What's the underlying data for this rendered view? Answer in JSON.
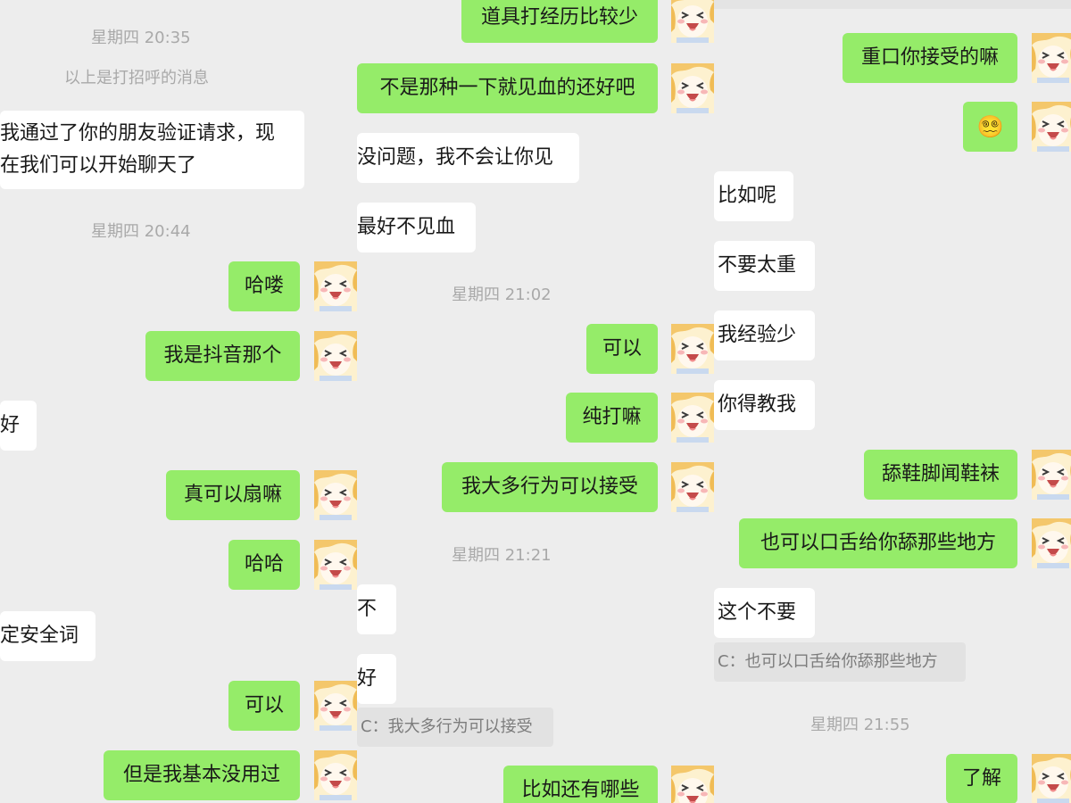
{
  "left": {
    "timestamps": [
      "星期四 20:35",
      "星期四 20:44"
    ],
    "system_notice": "以上是打招呼的消息",
    "messages": [
      {
        "from": "other",
        "text": "我通过了你的朋友验证请求，现在我们可以开始聊天了"
      },
      {
        "from": "me",
        "text": "哈喽"
      },
      {
        "from": "me",
        "text": "我是抖音那个"
      },
      {
        "from": "other",
        "text": "好"
      },
      {
        "from": "me",
        "text": "真可以扇嘛"
      },
      {
        "from": "me",
        "text": "哈哈"
      },
      {
        "from": "other",
        "text": "定安全词"
      },
      {
        "from": "me",
        "text": "可以"
      },
      {
        "from": "me",
        "text": "但是我基本没用过"
      }
    ]
  },
  "middle": {
    "timestamps": [
      "星期四 21:02",
      "星期四 21:21"
    ],
    "messages": [
      {
        "from": "me",
        "text": "道具打经历比较少"
      },
      {
        "from": "me",
        "text": "不是那种一下就见血的还好吧"
      },
      {
        "from": "other",
        "text": "没问题，我不会让你见"
      },
      {
        "from": "other",
        "text": "最好不见血"
      },
      {
        "from": "me",
        "text": "可以"
      },
      {
        "from": "me",
        "text": "纯打嘛"
      },
      {
        "from": "me",
        "text": "我大多行为可以接受"
      },
      {
        "from": "other",
        "text": "不"
      },
      {
        "from": "other",
        "text": "好"
      },
      {
        "from": "me",
        "text": "比如还有哪些"
      }
    ],
    "quote": "C：我大多行为可以接受"
  },
  "right": {
    "timestamps": [
      "星期四 21:55"
    ],
    "messages": [
      {
        "from": "me",
        "text": "重口你接受的嘛"
      },
      {
        "from": "me",
        "text": "😵‍💫",
        "emoji": true
      },
      {
        "from": "other",
        "text": "比如呢"
      },
      {
        "from": "other",
        "text": "不要太重"
      },
      {
        "from": "other",
        "text": "我经验少"
      },
      {
        "from": "other",
        "text": "你得教我"
      },
      {
        "from": "me",
        "text": "舔鞋脚闻鞋袜"
      },
      {
        "from": "me",
        "text": "也可以口舌给你舔那些地方"
      },
      {
        "from": "other",
        "text": "这个不要"
      },
      {
        "from": "me",
        "text": "了解"
      }
    ],
    "quote": "C：也可以口舌给你舔那些地方"
  },
  "colors": {
    "background": "#ededed",
    "my_bubble": "#95ec69",
    "other_bubble": "#ffffff",
    "quote_bg": "#e2e2e2",
    "timestamp_text": "#a9a9a9"
  },
  "icons": {
    "avatar": "anime-girl-avatar-icon",
    "emoji": "dizzy-face-emoji-icon"
  }
}
